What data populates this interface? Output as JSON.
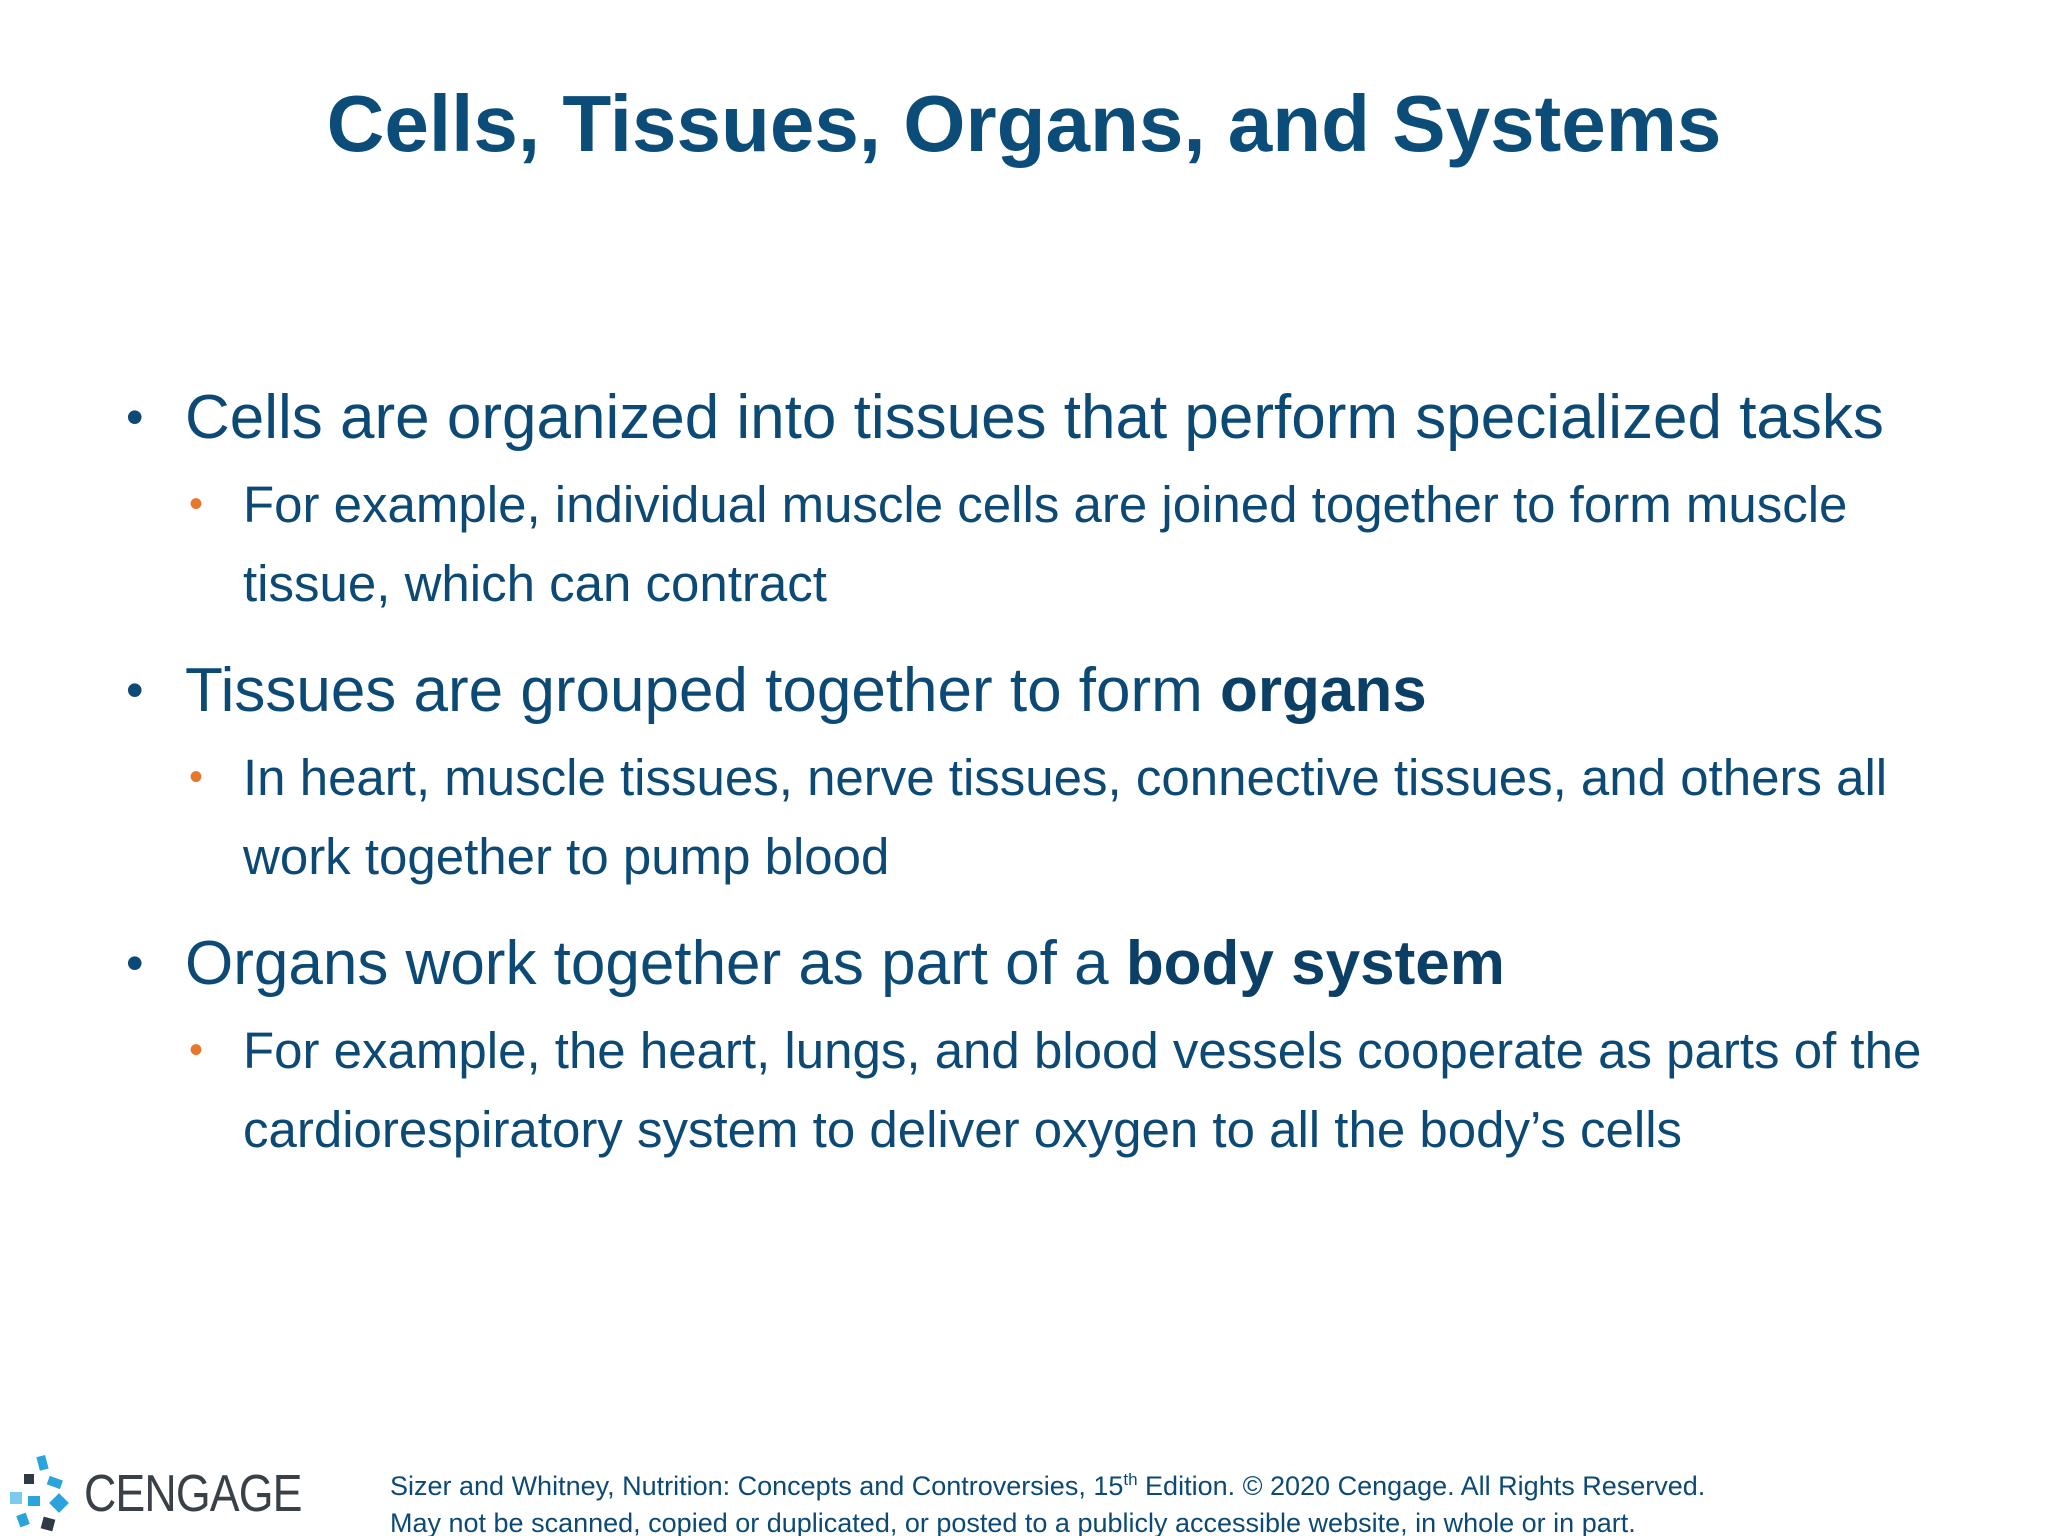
{
  "slide": {
    "title": "Cells, Tissues, Organs, and Systems",
    "bullets": [
      {
        "text": "Cells are organized into tissues that perform specialized tasks",
        "sub": [
          "For example, individual muscle cells are joined together to form muscle tissue, which can contract"
        ]
      },
      {
        "text": "Tissues are grouped together to form ",
        "bold": "organs",
        "sub": [
          "In heart, muscle tissues, nerve tissues, connective tissues, and others all work together to pump blood"
        ]
      },
      {
        "text": "Organs work together as part of a ",
        "bold": "body system",
        "sub": [
          "For example, the heart, lungs, and blood vessels cooperate as parts of the cardiorespiratory system to deliver oxygen to all the body’s cells"
        ]
      }
    ],
    "bullet_char": "•",
    "sub_bullet_char": "•"
  },
  "footer": {
    "logo_text": "CENGAGE",
    "logo_icon": "cengage-logo-icon",
    "line1_pre": "Sizer and Whitney, Nutrition: Concepts and Controversies, 15",
    "line1_sup": "th",
    "line1_post": " Edition. © 2020 Cengage. All Rights Reserved.",
    "line2": "May not be scanned, copied or duplicated, or posted to a publicly accessible website, in whole or in part."
  },
  "colors": {
    "text": "#0c4a75",
    "sub_bullet": "#e8772e",
    "logo_blue": "#2ba3dc"
  }
}
